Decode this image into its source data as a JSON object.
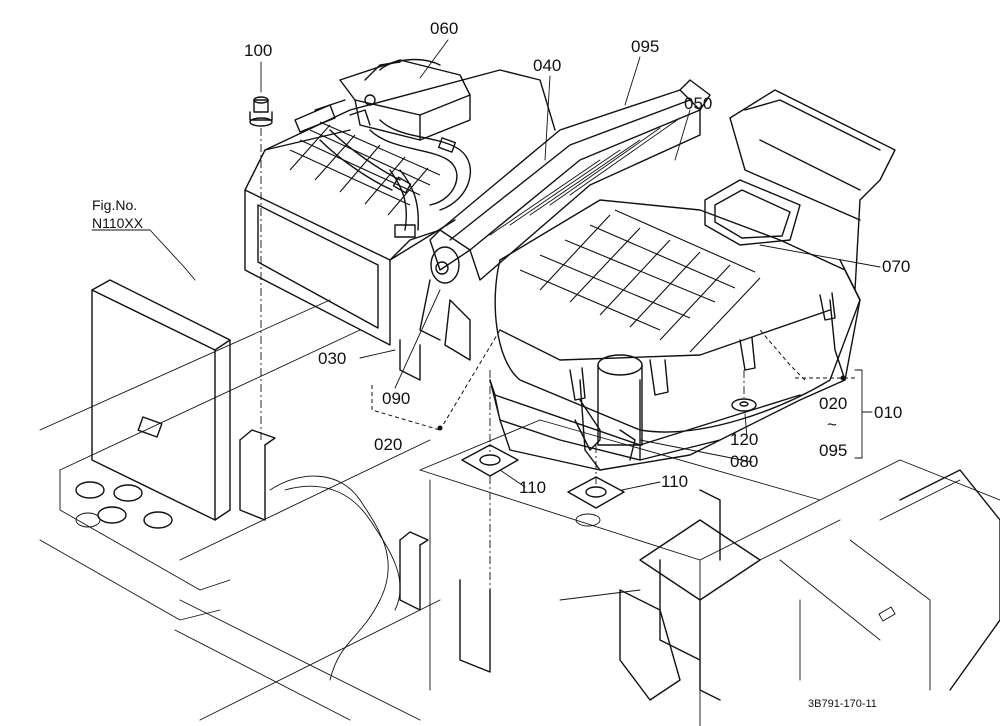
{
  "diagram": {
    "figure_ref_line1": "Fig.No.",
    "figure_ref_line2": "N110XX",
    "drawing_number": "3B791-170-11",
    "callouts": {
      "c100": "100",
      "c060": "060",
      "c040": "040",
      "c095_top": "095",
      "c050": "050",
      "c070": "070",
      "c030": "030",
      "c090": "090",
      "c020_left": "020",
      "c020_right": "020",
      "c095_right": "095",
      "c010": "010",
      "c120": "120",
      "c080": "080",
      "c110_left": "110",
      "c110_right": "110",
      "range_tilde": "~"
    }
  }
}
